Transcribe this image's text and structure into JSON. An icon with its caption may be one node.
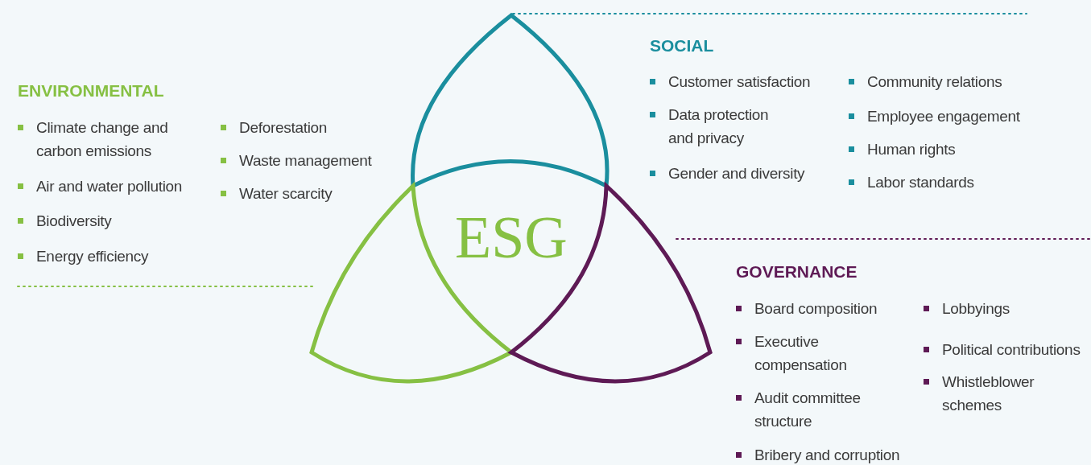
{
  "diagram": {
    "labels": [
      "ENVIRONMENTAL",
      "Climate change and carbon emissions",
      "Air and water pollution",
      "Biodiversity",
      "Energy efficiency",
      "Deforestation",
      "Waste management",
      "Water scarcity",
      "ESG",
      "SOCIAL",
      "Customer satisfaction",
      "Data protection and privacy",
      "Gender and diversity",
      "Community relations",
      "Employee engagement",
      "Human rights",
      "Labor standards",
      "GOVERNANCE",
      "Board composition",
      "Executive compensation",
      "Audit committee structure",
      "Bribery and corruption",
      "Lobbyings",
      "Political contributions",
      "Whistleblower schemes"
    ]
  }
}
